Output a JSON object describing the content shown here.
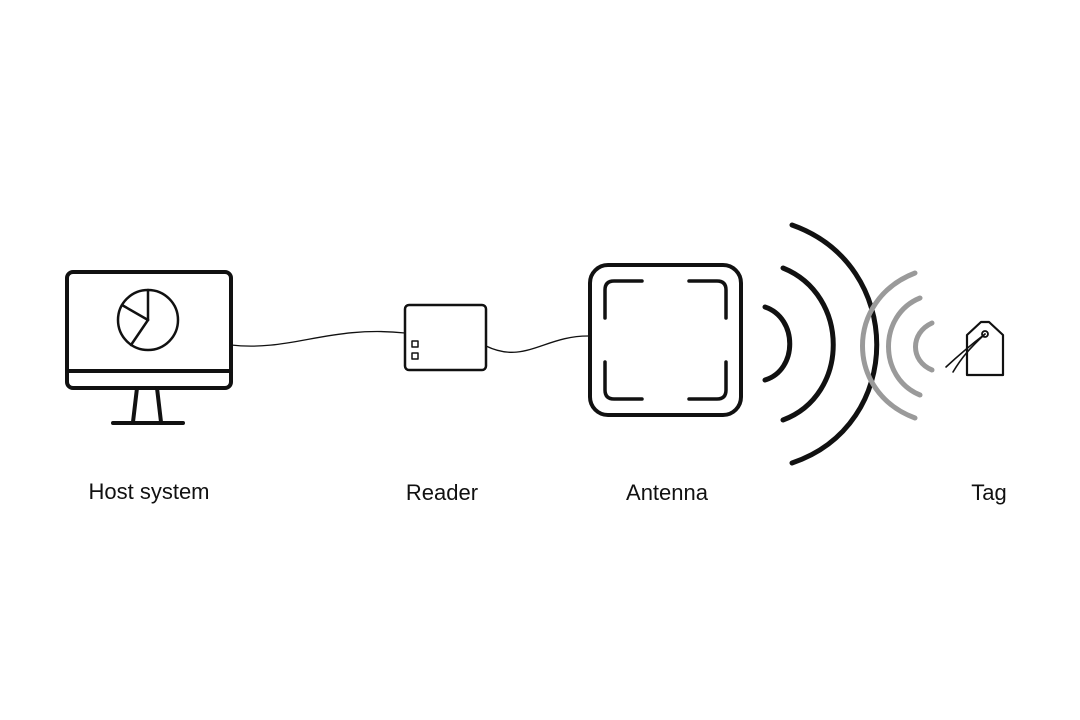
{
  "labels": {
    "host_system": "Host system",
    "reader": "Reader",
    "antenna": "Antenna",
    "tag": "Tag"
  },
  "icons": {
    "host_system": "desktop-monitor-pie-chart-icon",
    "reader": "reader-box-icon",
    "antenna": "antenna-square-icon",
    "waves_outgoing": "radio-waves-icon",
    "waves_returning": "backscatter-waves-icon",
    "tag": "rfid-tag-icon"
  },
  "colors": {
    "ink": "#111111",
    "returning_wave": "#9a9a9a",
    "background": "#ffffff"
  }
}
